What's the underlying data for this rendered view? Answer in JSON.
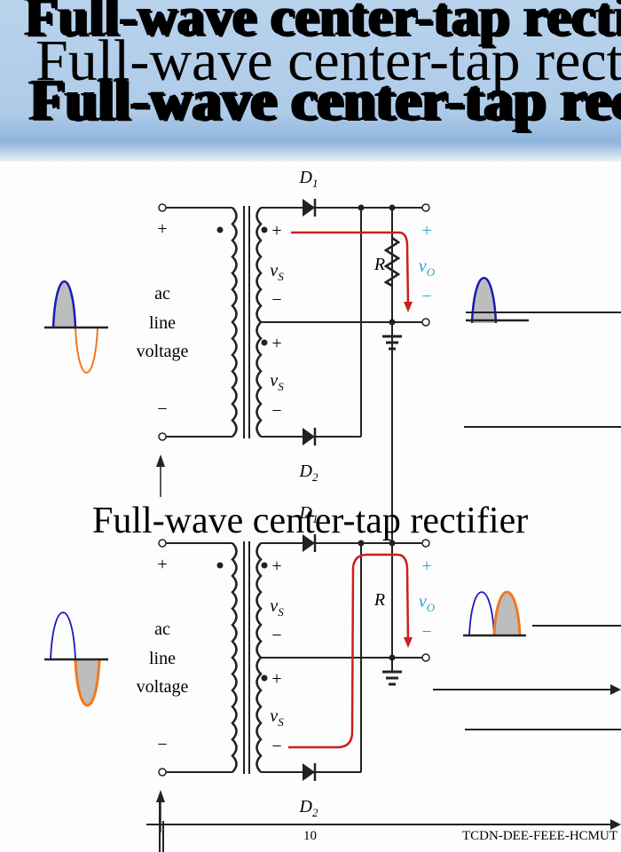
{
  "slide": {
    "title_layers": [
      "Full-wave center-tap rectifier",
      "Full-wave center-tap rectifier",
      "Full-wave center-tap rectifier"
    ],
    "mid_title": "Full-wave center-tap rectifier",
    "page_number": "10",
    "footer": "TCDN-DEE-FEEE-HCMUT"
  },
  "circuit": {
    "d1": "D",
    "d1_sub": "1",
    "d2": "D",
    "d2_sub": "2",
    "plus": "+",
    "minus": "−",
    "vs": "v",
    "vs_sub": "S",
    "vo": "v",
    "vo_sub": "O",
    "r": "R",
    "ac": "ac",
    "line": "line",
    "voltage": "voltage"
  },
  "colors": {
    "current_path": "#cc1f1a",
    "output_label": "#2aa3d6",
    "positive_half": "#1a1ab8",
    "negative_half": "#f07820",
    "fill": "#bdbdbd"
  }
}
